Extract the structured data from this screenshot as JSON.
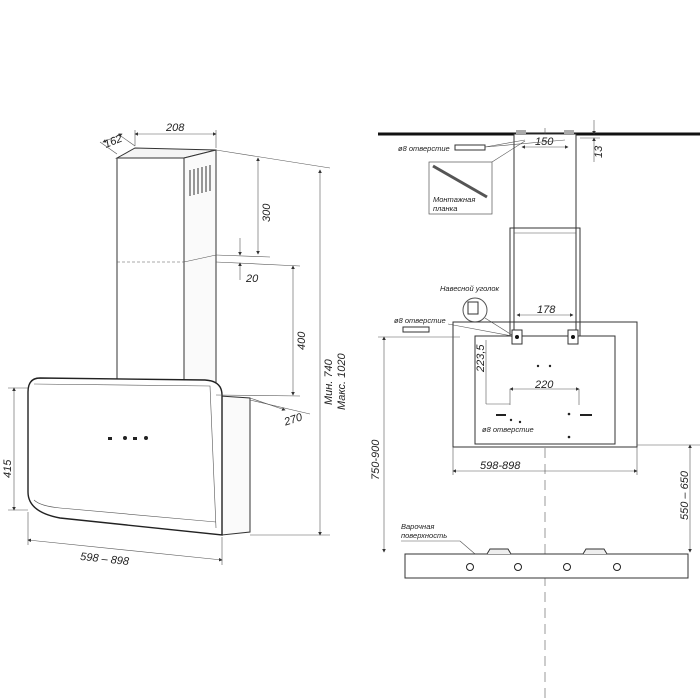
{
  "left_view": {
    "dims": {
      "depth_top": "162",
      "width_top": "208",
      "chimney_upper": "300",
      "overlap": "20",
      "chimney_lower": "400",
      "hood_depth": "270",
      "hood_height": "415",
      "hood_width": "598 – 898",
      "total_min": "Мин. 740",
      "total_max": "Макс. 1020"
    }
  },
  "right_view": {
    "labels": {
      "hole_top": "ø8 отверстие",
      "mounting_bar": "Монтажная планка",
      "mounting_bar_line1": "Монтажная",
      "mounting_bar_line2": "планка",
      "hanging_bracket": "Навесной уголок",
      "hole_mid": "ø8 отверстие",
      "hole_inner": "ø8 отверстие",
      "cooktop_line1": "Варочная",
      "cooktop_line2": "поверхность"
    },
    "dims": {
      "bar_holes": "150",
      "ceiling_offset": "13",
      "bracket_spacing": "178",
      "vertical_offset": "223,5",
      "holes_spacing": "220",
      "hood_width": "598-898",
      "total_height": "750-900",
      "cooktop_gap": "550 – 650"
    }
  }
}
